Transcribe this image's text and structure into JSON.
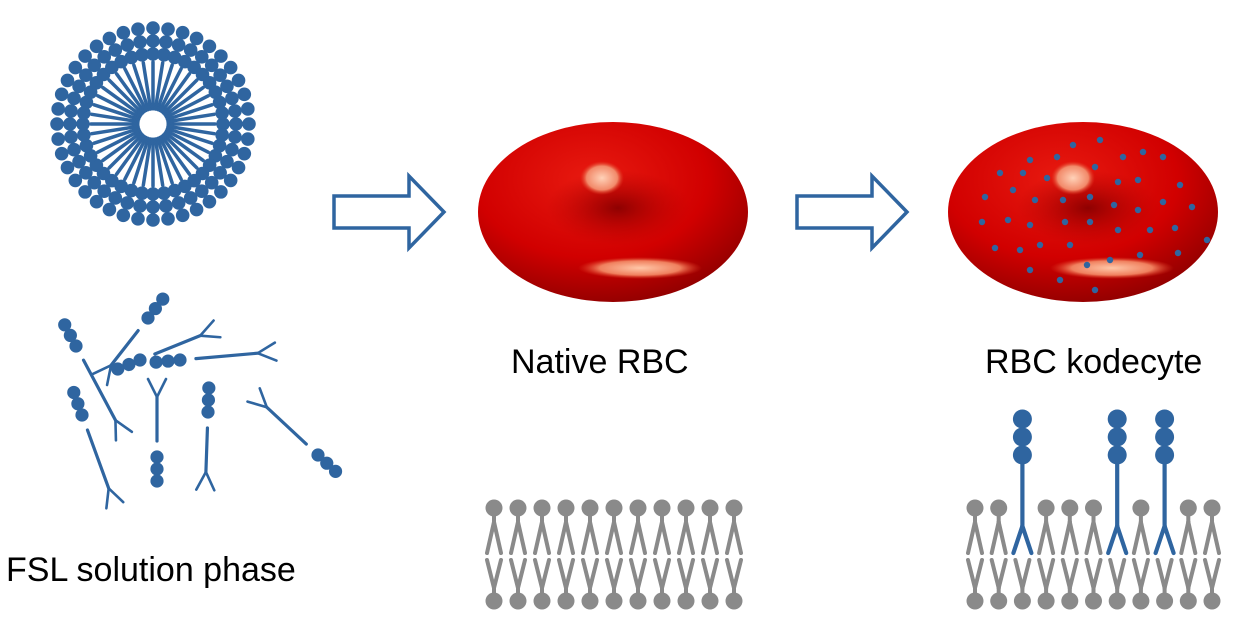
{
  "captions": {
    "fsl_solution_phase": "FSL solution phase",
    "native_rbc": "Native RBC",
    "rbc_kodecyte": "RBC kodecyte"
  },
  "colors": {
    "fsl_blue": "#2f65a0",
    "lipid_gray": "#8a8a8a",
    "rbc_red": "#d40000",
    "rbc_dark": "#8c0000",
    "highlight": "#ffb595",
    "arrow_outline": "#2f65a0",
    "text": "#000000"
  },
  "icons": {
    "process_arrow": "outline-right-arrow",
    "micelle": "fsl-micelle",
    "fsl_molecule": "fsl-construct",
    "membrane": "lipid-bilayer"
  }
}
